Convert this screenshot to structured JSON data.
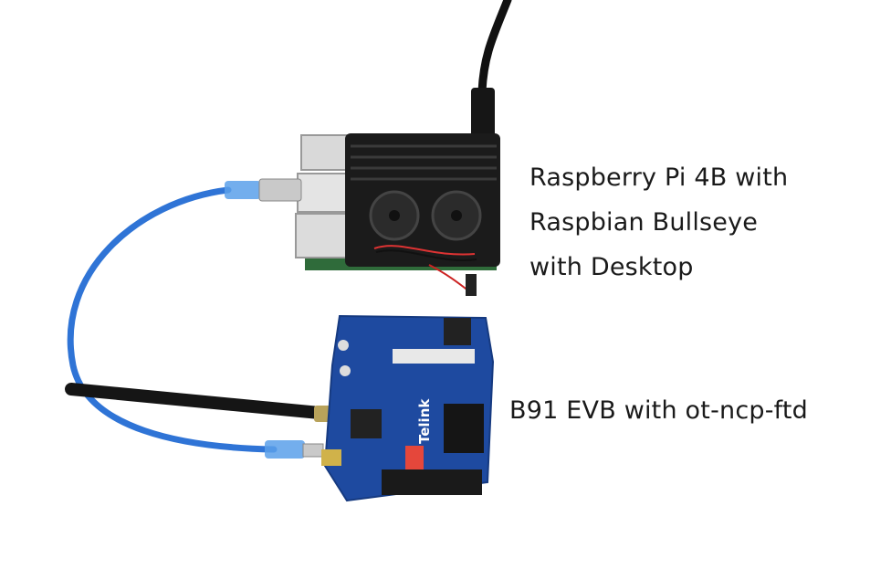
{
  "labels": {
    "raspberry_pi": [
      "Raspberry Pi 4B with",
      "Raspbian Bullseye",
      "with Desktop"
    ],
    "b91_evb": "B91 EVB with ot-ncp-ftd",
    "board_silkscreen": "Telink"
  },
  "colors": {
    "background": "#ffffff",
    "heatsink": "#1b1b1b",
    "pcb": "#1e4aa0",
    "usb_cable": "#2f74d6",
    "power_cable": "#111111",
    "antenna": "#151515",
    "text": "#1a1a1a"
  }
}
